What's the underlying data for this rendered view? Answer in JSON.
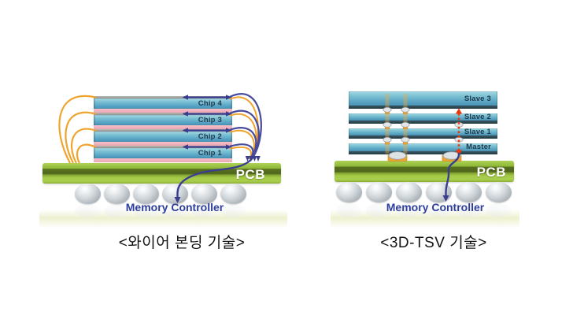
{
  "left_panel": {
    "caption": "<와이어 본딩 기술>",
    "pcb_label": "PCB",
    "memory_controller_label": "Memory Controller",
    "chips": [
      {
        "label": "Chip 4"
      },
      {
        "label": "Chip 3"
      },
      {
        "label": "Chip 2"
      },
      {
        "label": "Chip 1"
      }
    ]
  },
  "right_panel": {
    "caption": "<3D-TSV 기술>",
    "pcb_label": "PCB",
    "memory_controller_label": "Memory Controller",
    "chips": [
      {
        "label": "Slave 3"
      },
      {
        "label": "Slave 2"
      },
      {
        "label": "Slave 1"
      },
      {
        "label": "Master"
      }
    ]
  },
  "colors": {
    "pcb_green": "#9CC241",
    "pcb_dark_stripe": "#57701E",
    "chip_blue": "#55A2C4",
    "chip_pink": "#F4BAC4",
    "chip_top_gray": "#999A96",
    "tsv_chip_dark_edge": "#2C4A5A",
    "bond_wire_orange": "#EFA42F",
    "bond_wire_blue": "#474A9D",
    "tsv_arrow_red": "#E8380D",
    "memory_controller_text": "#2D3E9F",
    "solder_ball_gray": "#C9CED3"
  }
}
